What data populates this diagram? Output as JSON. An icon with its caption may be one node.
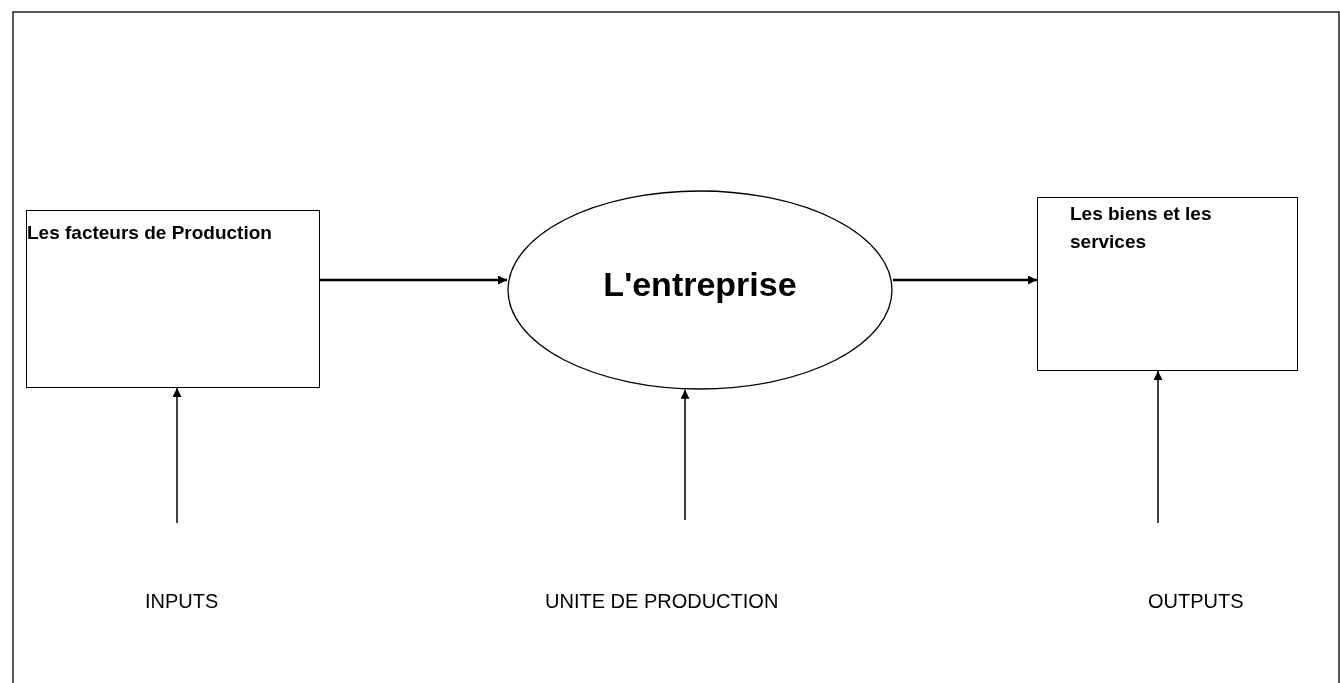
{
  "diagram": {
    "nodes": [
      {
        "text": [
          "Les facteurs de Production"
        ]
      },
      {
        "text": [
          "L'entreprise"
        ]
      },
      {
        "text": [
          "Les biens et les services"
        ]
      }
    ],
    "edges": [
      {
        "from": 0,
        "to": 1,
        "arrow": "to"
      },
      {
        "from": 1,
        "to": 2,
        "arrow": "to"
      },
      {
        "from": null,
        "to": 0,
        "arrow": "to"
      },
      {
        "from": null,
        "to": 1,
        "arrow": "to"
      },
      {
        "from": null,
        "to": 2,
        "arrow": "to"
      }
    ],
    "labels": [
      "INPUTS",
      "UNITE DE PRODUCTION",
      "OUTPUTS"
    ]
  }
}
